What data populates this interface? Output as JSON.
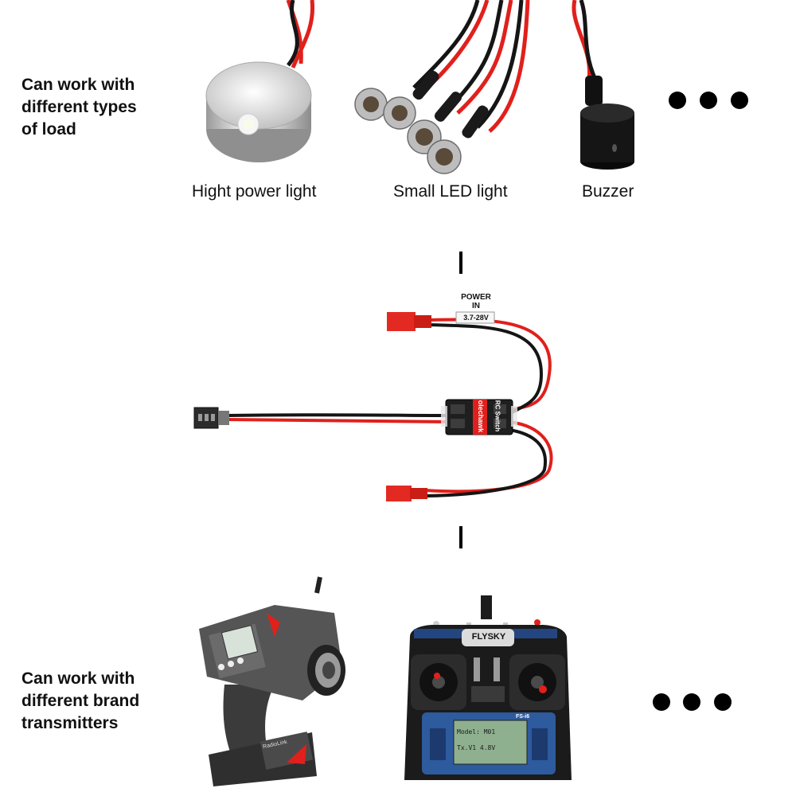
{
  "top_heading": [
    "Can work with",
    "different types",
    "of load"
  ],
  "bottom_heading": [
    "Can work with",
    "different brand",
    "transmitters"
  ],
  "loads": [
    {
      "caption": "Hight power light",
      "icon": "high-power-light-icon"
    },
    {
      "caption": "Small LED light",
      "icon": "small-led-light-icon"
    },
    {
      "caption": "Buzzer",
      "icon": "buzzer-icon"
    }
  ],
  "module": {
    "power_label_1": "POWER",
    "power_label_2": "IN",
    "voltage": "3.7-28V",
    "brand": "olechawk",
    "name": "RC Switch"
  },
  "transmitters": [
    {
      "brand": "RadioLink",
      "icon": "pistol-grip-transmitter-icon"
    },
    {
      "brand": "FLYSKY",
      "model": "FS-i6",
      "screen_line_1": "Model: M01",
      "screen_line_2": "Tx.V1 4.8V",
      "icon": "stick-transmitter-icon"
    }
  ],
  "colors": {
    "wire_red": "#e0201c",
    "wire_black": "#151515",
    "connector_red": "#e32a22"
  }
}
